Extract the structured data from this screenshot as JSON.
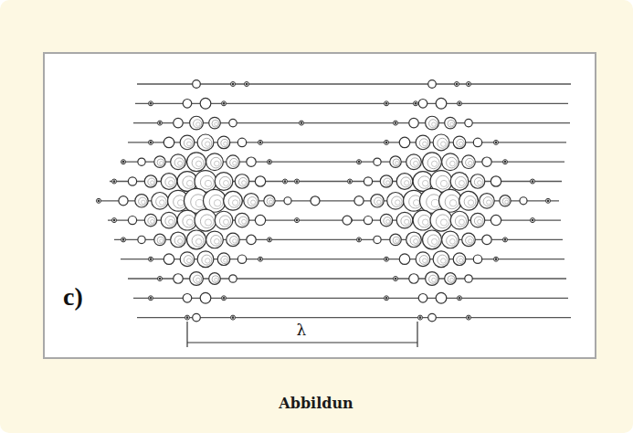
{
  "diagram": {
    "caption": "Abbildun",
    "labels": [
      "c)",
      "λ"
    ]
  }
}
